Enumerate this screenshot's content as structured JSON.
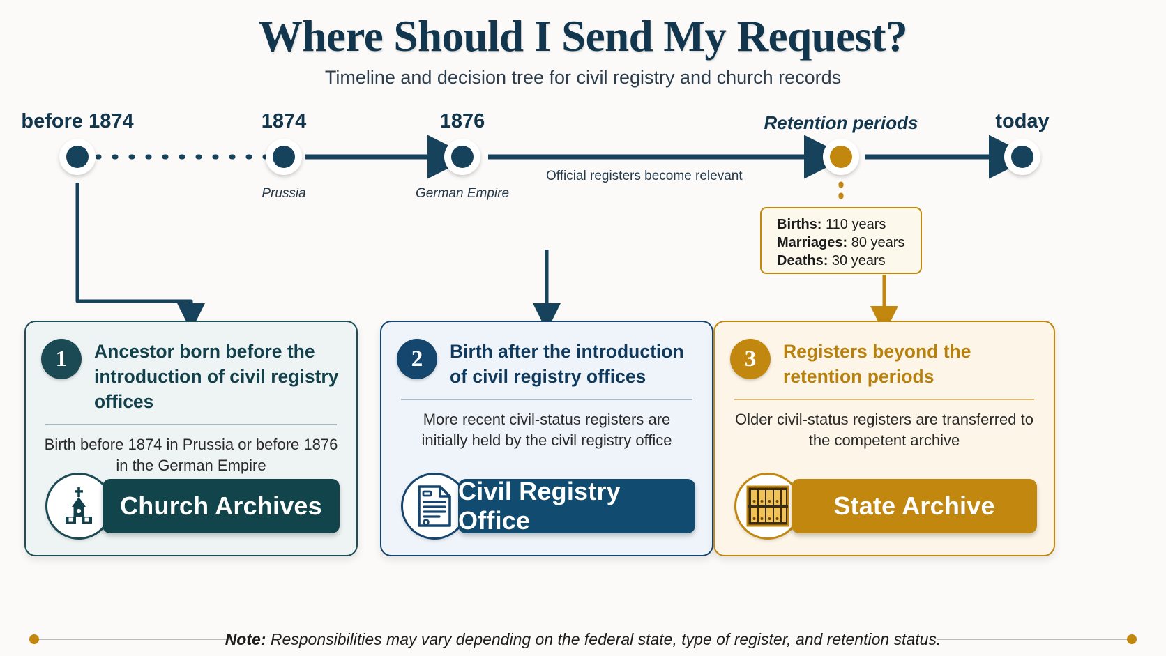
{
  "header": {
    "title": "Where Should I Send My Request?",
    "subtitle": "Timeline and decision tree for civil registry and church records"
  },
  "timeline": {
    "caption": "Official registers become relevant",
    "nodes": [
      {
        "label": "before 1874",
        "sub": "",
        "style": "navy"
      },
      {
        "label": "1874",
        "sub": "Prussia",
        "style": "navy"
      },
      {
        "label": "1876",
        "sub": "German Empire",
        "style": "navy"
      },
      {
        "label": "Retention periods",
        "sub": "",
        "style": "gold"
      },
      {
        "label": "today",
        "sub": "",
        "style": "navy"
      }
    ]
  },
  "retention": {
    "rows": [
      {
        "label": "Births:",
        "value": "110 years"
      },
      {
        "label": "Marriages:",
        "value": "80 years"
      },
      {
        "label": "Deaths:",
        "value": "30 years"
      }
    ]
  },
  "cards": [
    {
      "number": "1",
      "title": "Ancestor born before the introduction of civil registry offices",
      "body": "Birth before 1874 in Prussia or before 1876 in the German Empire",
      "action": "Church Archives",
      "icon": "church-icon",
      "accent": "#12454b"
    },
    {
      "number": "2",
      "title": "Birth after the introduction of civil registry offices",
      "body": "More recent civil-status registers are initially held by the civil registry office",
      "action": "Civil Registry Office",
      "icon": "document-icon",
      "accent": "#124b70"
    },
    {
      "number": "3",
      "title": "Registers beyond the retention periods",
      "body": "Older civil-status registers are transferred to the competent archive",
      "action": "State Archive",
      "icon": "archive-shelf-icon",
      "accent": "#c2870f"
    }
  ],
  "footer": {
    "note_label": "Note:",
    "note_text": "Responsibilities may vary depending on the federal state, type of register, and retention status."
  },
  "colors": {
    "navy": "#17425c",
    "gold": "#c2870f",
    "teal": "#1b4a54",
    "background": "#fbfaf8"
  }
}
